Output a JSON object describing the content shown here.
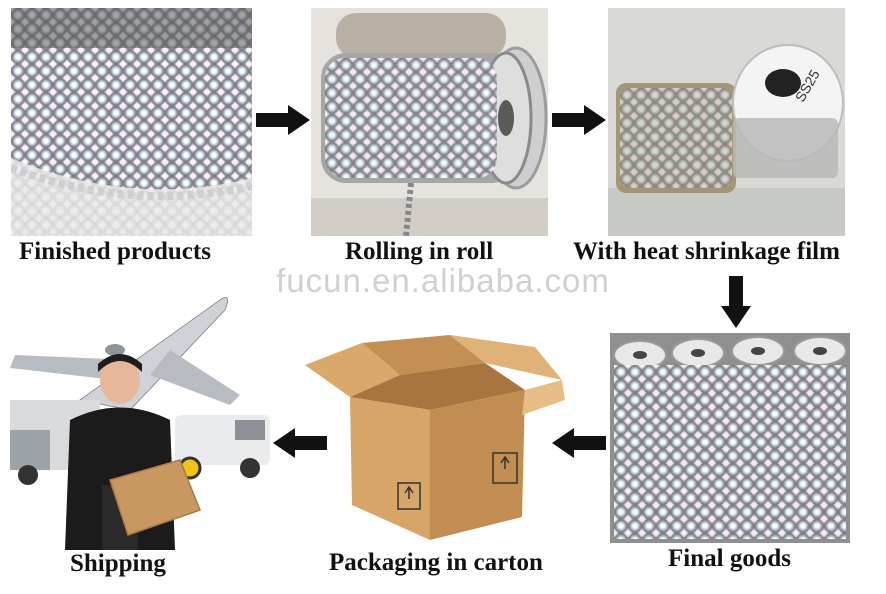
{
  "steps": [
    {
      "label": "Finished products"
    },
    {
      "label": "Rolling in roll"
    },
    {
      "label": "With heat shrinkage film"
    },
    {
      "label": "Final goods"
    },
    {
      "label": "Packaging in carton"
    },
    {
      "label": "Shipping"
    }
  ],
  "watermark": "fucun.en.alibaba.com",
  "icons": [
    "arrow-right-icon",
    "arrow-down-icon",
    "arrow-left-icon"
  ],
  "colors": {
    "arrow": "#111111",
    "carton": "#c9955a",
    "text": "#111111"
  }
}
